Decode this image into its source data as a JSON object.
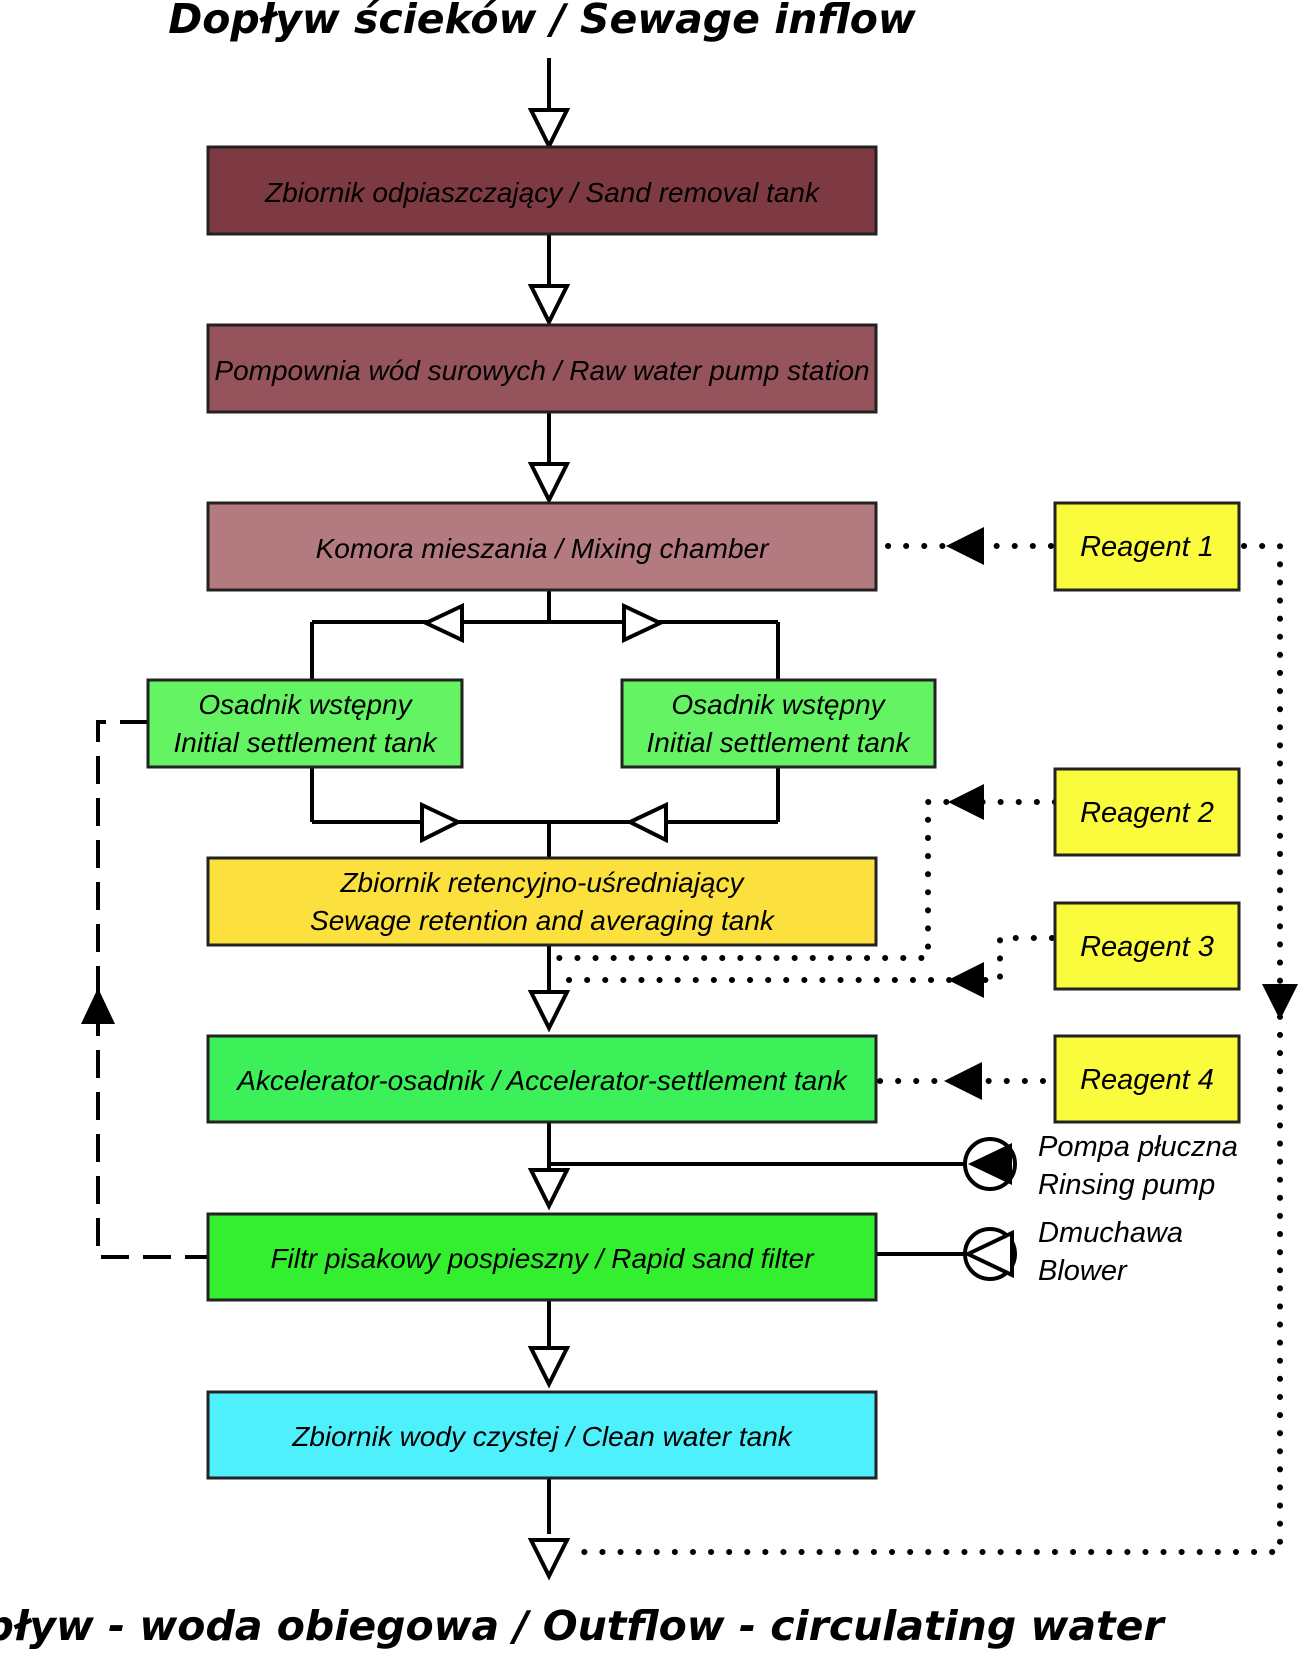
{
  "title_top": "Dopływ ścieków / Sewage inflow",
  "title_bottom": "Odpływ - woda obiegowa / Outflow - circulating water",
  "boxes": {
    "sand_removal": {
      "label": "Zbiornik odpiaszczający / Sand removal tank",
      "color": "#7e3a42"
    },
    "pump_station": {
      "label": "Pompownia wód surowych / Raw water pump station",
      "color": "#95545b"
    },
    "mixing": {
      "label": "Komora mieszania / Mixing chamber",
      "color": "#b37a7f"
    },
    "settle_left": {
      "line1": "Osadnik wstępny",
      "line2": "Initial settlement tank",
      "color": "#63f363"
    },
    "settle_right": {
      "line1": "Osadnik wstępny",
      "line2": "Initial settlement tank",
      "color": "#63f363"
    },
    "retention": {
      "line1": "Zbiornik retencyjno-uśredniający",
      "line2": "Sewage retention and averaging tank",
      "color": "#fbe03e"
    },
    "accelerator": {
      "label": "Akcelerator-osadnik / Accelerator-settlement tank",
      "color": "#3cf05a"
    },
    "sand_filter": {
      "label": "Filtr pisakowy pospieszny / Rapid sand filter",
      "color": "#34ee30"
    },
    "clean_water": {
      "label": "Zbiornik wody czystej / Clean water tank",
      "color": "#4ef0fb"
    }
  },
  "reagents": [
    {
      "label": "Reagent 1",
      "color": "#fbfb3e"
    },
    {
      "label": "Reagent 2",
      "color": "#fbfb3e"
    },
    {
      "label": "Reagent 3",
      "color": "#fbfb3e"
    },
    {
      "label": "Reagent 4",
      "color": "#fbfb3e"
    }
  ],
  "equipment": {
    "rinsing_pump": {
      "line1": "Pompa płuczna",
      "line2": "Rinsing pump"
    },
    "blower": {
      "line1": "Dmuchawa",
      "line2": "Blower"
    }
  }
}
